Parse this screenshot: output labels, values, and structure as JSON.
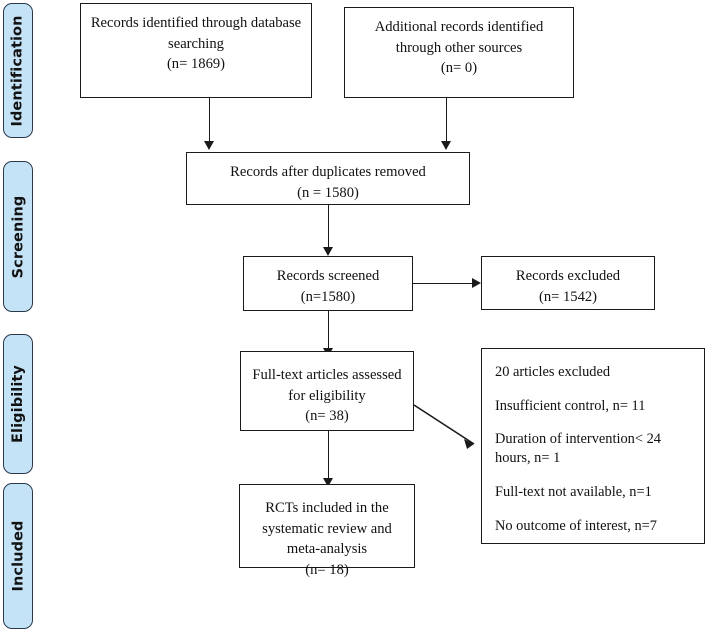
{
  "diagram": {
    "type": "prisma-flow-diagram",
    "stages": [
      {
        "id": "identification",
        "label": "Identification"
      },
      {
        "id": "screening",
        "label": "Screening"
      },
      {
        "id": "eligibility",
        "label": "Eligibility"
      },
      {
        "id": "included",
        "label": "Included"
      }
    ],
    "boxes": {
      "database_records": {
        "text": "Records identified through database\nsearching\n(n= 1869)"
      },
      "other_records": {
        "text": "Additional records identified\nthrough other sources\n(n= 0)"
      },
      "after_duplicates": {
        "text": "Records after duplicates removed\n(n = 1580)"
      },
      "records_screened": {
        "text": "Records screened\n(n=1580)"
      },
      "records_excluded": {
        "text": "Records excluded\n(n= 1542)"
      },
      "fulltext_assessed": {
        "text": "Full-text articles assessed\nfor eligibility\n(n= 38)"
      },
      "included_studies": {
        "text": "RCTs included in the\nsystematic review and\nmeta-analysis\n(n= 18)"
      }
    },
    "exclusion_reasons": {
      "lines": [
        "20 articles excluded",
        "Insufficient control, n= 11",
        "Duration of intervention< 24 hours, n= 1",
        "Full-text not available, n=1",
        "No outcome of interest, n=7"
      ]
    },
    "colors": {
      "stage_tab_fill": "#c5e3f7",
      "stage_tab_border": "#2b3a4a",
      "box_border": "#1a1a1a",
      "connector": "#1a1a1a",
      "background": "#ffffff"
    }
  }
}
